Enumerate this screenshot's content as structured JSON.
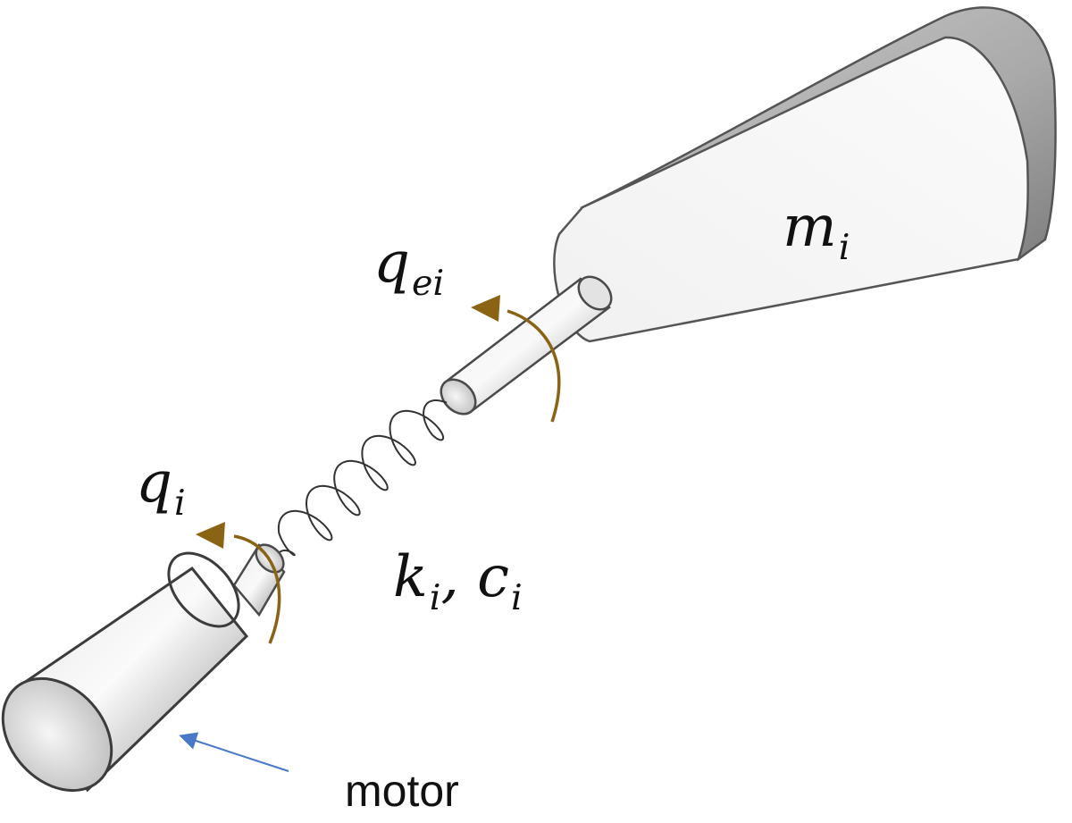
{
  "labels": {
    "link_mass": {
      "symbol": "m",
      "subscript": "i"
    },
    "link_angle": {
      "symbol": "q",
      "subscript": "ei"
    },
    "motor_angle": {
      "symbol": "q",
      "subscript": "i"
    },
    "stiffness": {
      "symbol": "k",
      "subscript": "i",
      "separator": ","
    },
    "damping": {
      "symbol": "c",
      "subscript": "i"
    },
    "motor": "motor"
  },
  "colors": {
    "rotation_arrow": "#8a6414",
    "pointer_arrow": "#4a78c8",
    "metal": "#bdbdbd",
    "link_body": "#f4f4f4"
  }
}
